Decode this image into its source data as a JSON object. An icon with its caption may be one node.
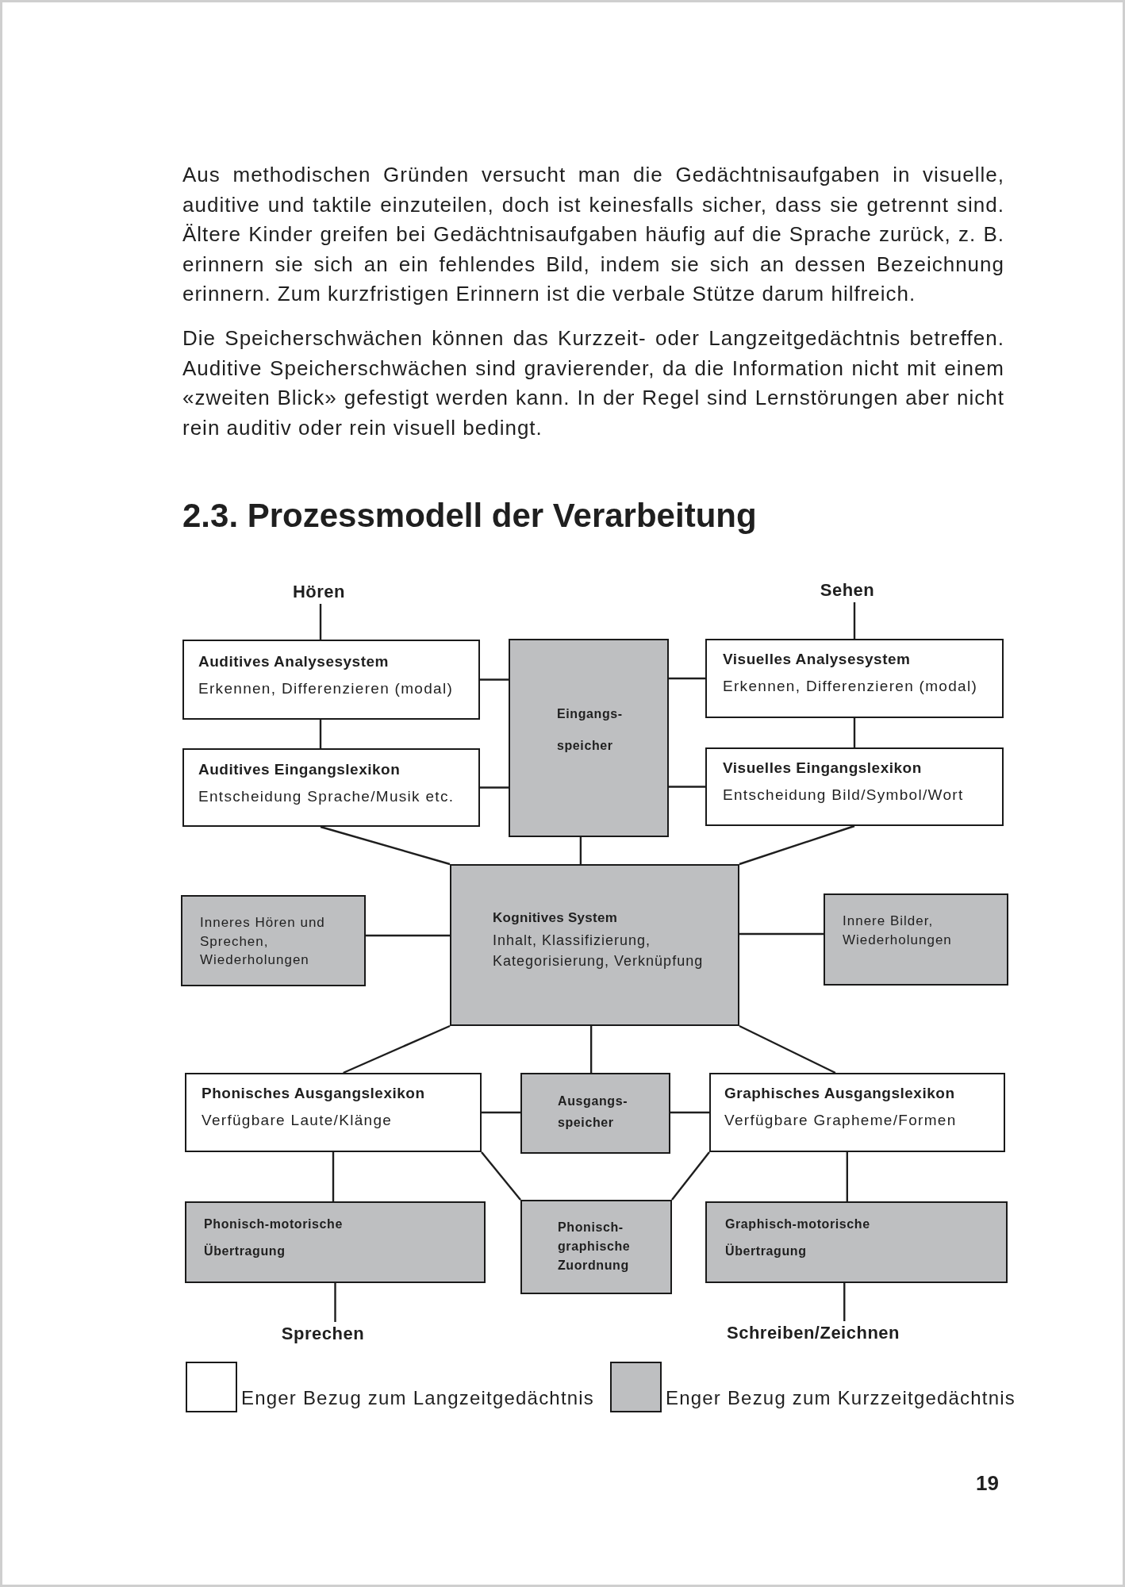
{
  "diagram": {
    "title": "2.3. Prozessmodell der Verarbeitung",
    "nodes": [
      {
        "text": [
          "Hören"
        ]
      },
      {
        "text": [
          "Sehen"
        ]
      },
      {
        "text": [
          "Auditives Analysesystem",
          "Erkennen, Differenzieren (modal)"
        ]
      },
      {
        "text": [
          "Eingangs- speicher"
        ]
      },
      {
        "text": [
          "Visuelles Analysesystem",
          "Erkennen, Differenzieren (modal)"
        ]
      },
      {
        "text": [
          "Auditives Eingangslexikon",
          "Entscheidung Sprache/Musik etc."
        ]
      },
      {
        "text": [
          "Visuelles Eingangslexikon",
          "Entscheidung Bild/Symbol/Wort"
        ]
      },
      {
        "text": [
          "Inneres Hören und Sprechen, Wiederholungen"
        ]
      },
      {
        "text": [
          "Kognitives System",
          "Inhalt, Klassifizierung, Kategorisierung, Verknüpfung"
        ]
      },
      {
        "text": [
          "Innere Bilder, Wiederholungen"
        ]
      },
      {
        "text": [
          "Phonisches Ausgangslexikon",
          "Verfügbare Laute/Klänge"
        ]
      },
      {
        "text": [
          "Ausgangs- speicher"
        ]
      },
      {
        "text": [
          "Graphisches Ausgangslexikon",
          "Verfügbare Grapheme/Formen"
        ]
      },
      {
        "text": [
          "Phonisch-motorische Übertragung"
        ]
      },
      {
        "text": [
          "Phonisch- graphische Zuordnung"
        ]
      },
      {
        "text": [
          "Graphisch-motorische Übertragung"
        ]
      },
      {
        "text": [
          "Sprechen"
        ]
      },
      {
        "text": [
          "Schreiben/Zeichnen"
        ]
      }
    ],
    "edges": [
      {
        "from": 0,
        "to": 2,
        "arrow": "none"
      },
      {
        "from": 1,
        "to": 4,
        "arrow": "none"
      },
      {
        "from": 2,
        "to": 3,
        "arrow": "none"
      },
      {
        "from": 4,
        "to": 3,
        "arrow": "none"
      },
      {
        "from": 2,
        "to": 5,
        "arrow": "none"
      },
      {
        "from": 4,
        "to": 6,
        "arrow": "none"
      },
      {
        "from": 5,
        "to": 3,
        "arrow": "none"
      },
      {
        "from": 6,
        "to": 3,
        "arrow": "none"
      },
      {
        "from": 5,
        "to": 8,
        "arrow": "none"
      },
      {
        "from": 3,
        "to": 8,
        "arrow": "none"
      },
      {
        "from": 6,
        "to": 8,
        "arrow": "none"
      },
      {
        "from": 7,
        "to": 8,
        "arrow": "none"
      },
      {
        "from": 9,
        "to": 8,
        "arrow": "none"
      },
      {
        "from": 8,
        "to": 10,
        "arrow": "none"
      },
      {
        "from": 8,
        "to": 11,
        "arrow": "none"
      },
      {
        "from": 8,
        "to": 12,
        "arrow": "none"
      },
      {
        "from": 10,
        "to": 11,
        "arrow": "none"
      },
      {
        "from": 12,
        "to": 11,
        "arrow": "none"
      },
      {
        "from": 10,
        "to": 13,
        "arrow": "none"
      },
      {
        "from": 10,
        "to": 14,
        "arrow": "none"
      },
      {
        "from": 12,
        "to": 14,
        "arrow": "none"
      },
      {
        "from": 12,
        "to": 15,
        "arrow": "none"
      },
      {
        "from": 13,
        "to": 16,
        "arrow": "none"
      },
      {
        "from": 15,
        "to": 17,
        "arrow": "none"
      }
    ],
    "labels": [
      "Aus methodischen Gründen versucht man die Gedächtnisaufgaben in visuelle, auditive und taktile einzuteilen, doch ist keinesfalls sicher, dass sie getrennt sind. Ältere Kinder greifen bei Gedächtnisaufgaben häufig auf die Sprache zurück, z. B. erinnern sie sich an ein fehlendes Bild, indem sie sich an dessen Bezeichnung erinnern. Zum kurzfristigen Erinnern ist die verbale Stütze darum hilfreich.",
      "Die Speicherschwächen können das Kurzzeit- oder Langzeitgedächtnis betreffen. Auditive Speicherschwächen sind gravierender, da die Information nicht mit einem «zweiten Blick» gefestigt werden kann. In der Regel sind Lernstörungen aber nicht rein auditiv oder rein visuell bedingt.",
      "19"
    ],
    "legend": [
      {
        "text": "Enger Bezug zum Langzeitgedächtnis",
        "color": "#ffffff"
      },
      {
        "text": "Enger Bezug zum Kurzzeitgedächtnis",
        "color": "#bebfc1"
      }
    ]
  }
}
